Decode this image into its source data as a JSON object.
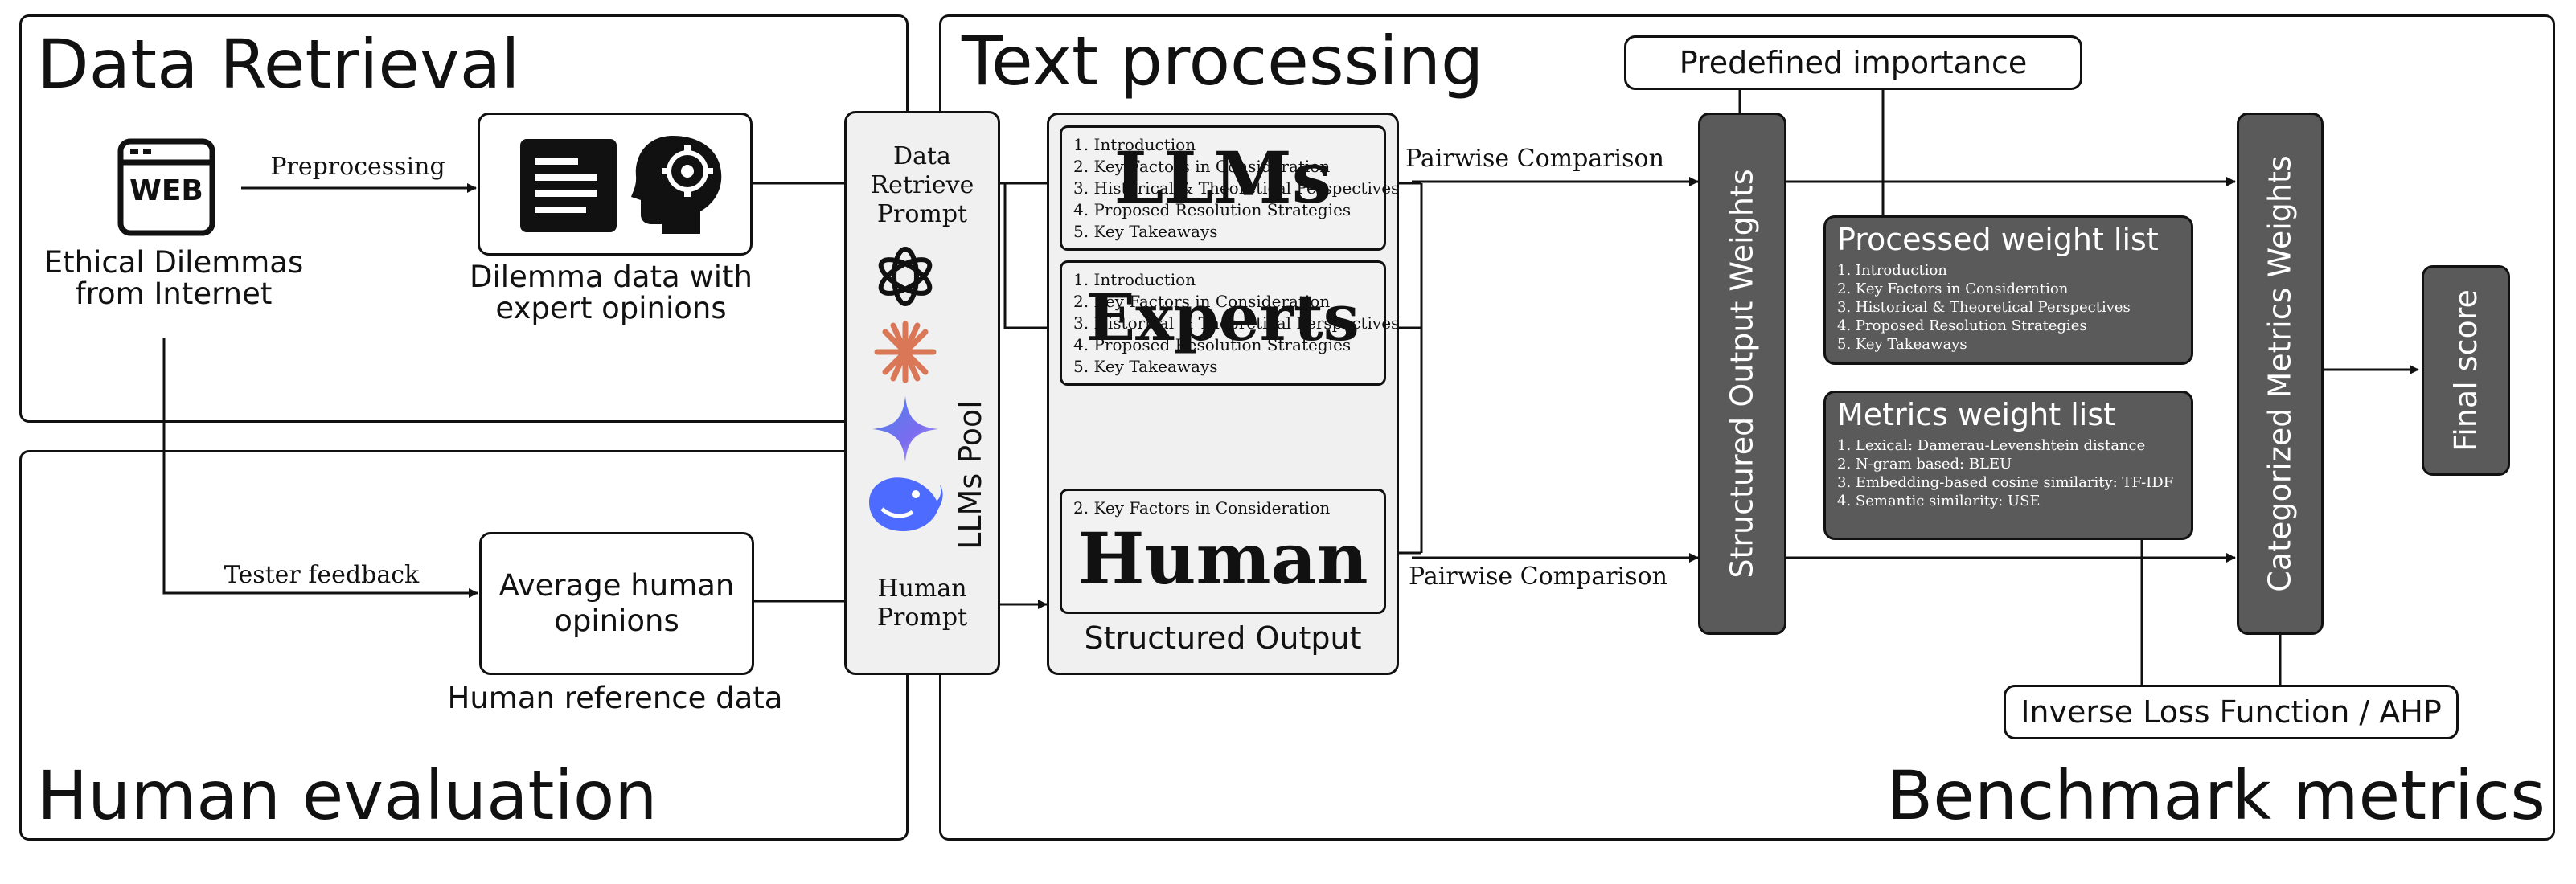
{
  "sections": {
    "data_retrieval": "Data Retrieval",
    "human_evaluation": "Human evaluation",
    "text_processing": "Text processing",
    "benchmark_metrics": "Benchmark metrics"
  },
  "data_retrieval": {
    "web_icon_text": "WEB",
    "source_label_line1": "Ethical Dilemmas",
    "source_label_line2": "from Internet",
    "edge_preprocessing": "Preprocessing",
    "dilemma_label_line1": "Dilemma data with",
    "dilemma_label_line2": "expert opinions"
  },
  "human_eval": {
    "edge_tester_feedback": "Tester feedback",
    "avg_box_line1": "Average human",
    "avg_box_line2": "opinions",
    "reference_label": "Human reference data"
  },
  "llm_pool": {
    "data_prompt_line1": "Data",
    "data_prompt_line2": "Retrieve",
    "data_prompt_line3": "Prompt",
    "pool_label": "LLMs Pool",
    "human_prompt_line1": "Human",
    "human_prompt_line2": "Prompt",
    "model_icons": [
      "openai-icon",
      "claude-icon",
      "gemini-icon",
      "deepseek-icon"
    ]
  },
  "structured_output": {
    "caption": "Structured Output",
    "llms_card": {
      "big_label": "LLMs",
      "items": [
        "1. Introduction",
        "2. Key Factors in Consideration",
        "3. Historical & Theoretical Perspectives",
        "4. Proposed Resolution Strategies",
        "5. Key Takeaways"
      ]
    },
    "experts_card": {
      "big_label": "Experts",
      "items": [
        "1. Introduction",
        "2. Key Factors in Consideration",
        "3. Historical & Theoretical Perspectives",
        "4. Proposed Resolution Strategies",
        "5. Key Takeaways"
      ]
    },
    "human_card": {
      "big_label": "Human",
      "items": [
        "2. Key Factors in Consideration"
      ]
    }
  },
  "benchmark": {
    "edge_pairwise_top": "Pairwise Comparison",
    "edge_pairwise_bottom": "Pairwise Comparison",
    "predefined_importance": "Predefined importance",
    "structured_weights": "Structured Output Weights",
    "processed_list": {
      "title": "Processed weight list",
      "items": [
        "1. Introduction",
        "2. Key Factors in Consideration",
        "3. Historical & Theoretical Perspectives",
        "4. Proposed Resolution Strategies",
        "5. Key Takeaways"
      ]
    },
    "metrics_list": {
      "title": "Metrics weight list",
      "items": [
        "1. Lexical: Damerau-Levenshtein distance",
        "2. N-gram based: BLEU",
        "3. Embedding-based cosine similarity: TF-IDF",
        "4. Semantic similarity: USE"
      ]
    },
    "categorized_weights": "Categorized Metrics Weights",
    "final_score": "Final score",
    "inverse_loss": "Inverse Loss Function / AHP"
  },
  "colors": {
    "dark_box": "#5a5a5a",
    "light_box": "#f2f2f2",
    "claude": "#d97757",
    "gemini": "#4a86e8",
    "deepseek": "#4d6bfe"
  }
}
